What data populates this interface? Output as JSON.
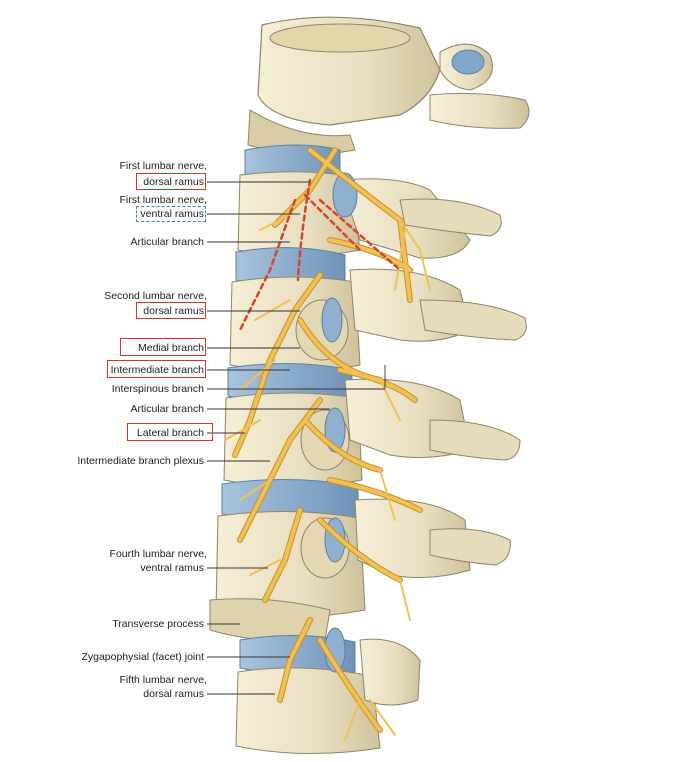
{
  "labels": {
    "first_lumbar_dorsal_l1": "First lumbar nerve,",
    "first_lumbar_dorsal_l2": "dorsal ramus",
    "first_lumbar_ventral_l1": "First lumbar nerve,",
    "first_lumbar_ventral_l2": "ventral ramus",
    "articular_branch_upper": "Articular branch",
    "second_lumbar_l1": "Second lumbar nerve,",
    "second_lumbar_l2": "dorsal ramus",
    "medial_branch": "Medial branch",
    "intermediate_branch": "Intermediate branch",
    "interspinous_branch": "Interspinous branch",
    "articular_branch_lower": "Articular branch",
    "lateral_branch": "Lateral branch",
    "intermediate_plexus": "Intermediate branch plexus",
    "fourth_lumbar_l1": "Fourth lumbar nerve,",
    "fourth_lumbar_l2": "ventral ramus",
    "transverse_process": "Transverse process",
    "zygapophysial_joint": "Zygapophysial (facet) joint",
    "fifth_lumbar_l1": "Fifth lumbar nerve,",
    "fifth_lumbar_l2": "dorsal ramus"
  },
  "colors": {
    "bone": "#ece3c6",
    "bone_shadow": "#c9bd97",
    "bone_outline": "#8f8464",
    "disc": "#8fb0cf",
    "nerve": "#f2c152",
    "nerve_outline": "#c8902a",
    "dashed_nerve": "#d9442a",
    "highlight_box": "#e0301e",
    "dashed_box": "#3d7fd6"
  },
  "icons": [
    "lumbar-spine-illustration"
  ]
}
